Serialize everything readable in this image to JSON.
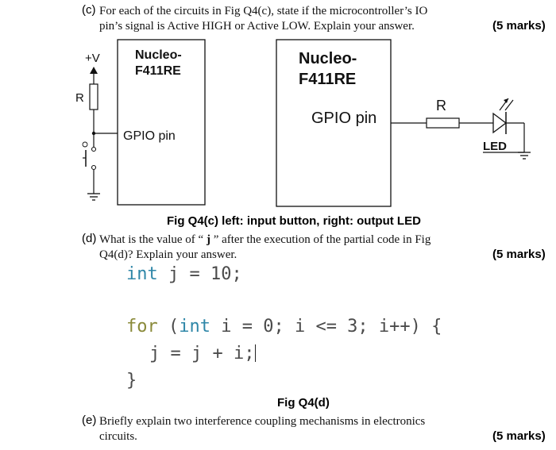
{
  "q_c": {
    "label": "(c)",
    "line1": "For each of the circuits in Fig Q4(c), state if the microcontroller’s IO",
    "line2": "pin’s signal is Active HIGH or Active LOW. Explain your answer.",
    "marks": "(5 marks)"
  },
  "fig_c": {
    "left": {
      "board_line1": "Nucleo-",
      "board_line2": "F411RE",
      "supply": "+V",
      "resistor": "R",
      "pin": "GPIO pin"
    },
    "right": {
      "board_line1": "Nucleo-",
      "board_line2": "F411RE",
      "pin": "GPIO pin",
      "resistor": "R",
      "led": "LED"
    },
    "caption": "Fig Q4(c) left: input button, right: output LED"
  },
  "q_d": {
    "label": "(d)",
    "line1_pre": "What is the value of “",
    "line1_var": " j ",
    "line1_post": "” after the execution of the partial code in Fig",
    "line2": "Q4(d)? Explain your answer.",
    "marks": "(5 marks)"
  },
  "code": {
    "l1_kw": "int",
    "l1_rest": " j = 10;",
    "l2_kw": "for",
    "l2_mid1": " (",
    "l2_kw2": "int",
    "l2_rest": " i = 0; i <= 3; i++) {",
    "l3": "j = j + i;",
    "l4": "}"
  },
  "fig_d": {
    "caption": "Fig Q4(d)"
  },
  "q_e": {
    "label": "(e)",
    "line1": "Briefly explain two interference coupling mechanisms in electronics",
    "line2": "circuits.",
    "marks": "(5 marks)"
  }
}
